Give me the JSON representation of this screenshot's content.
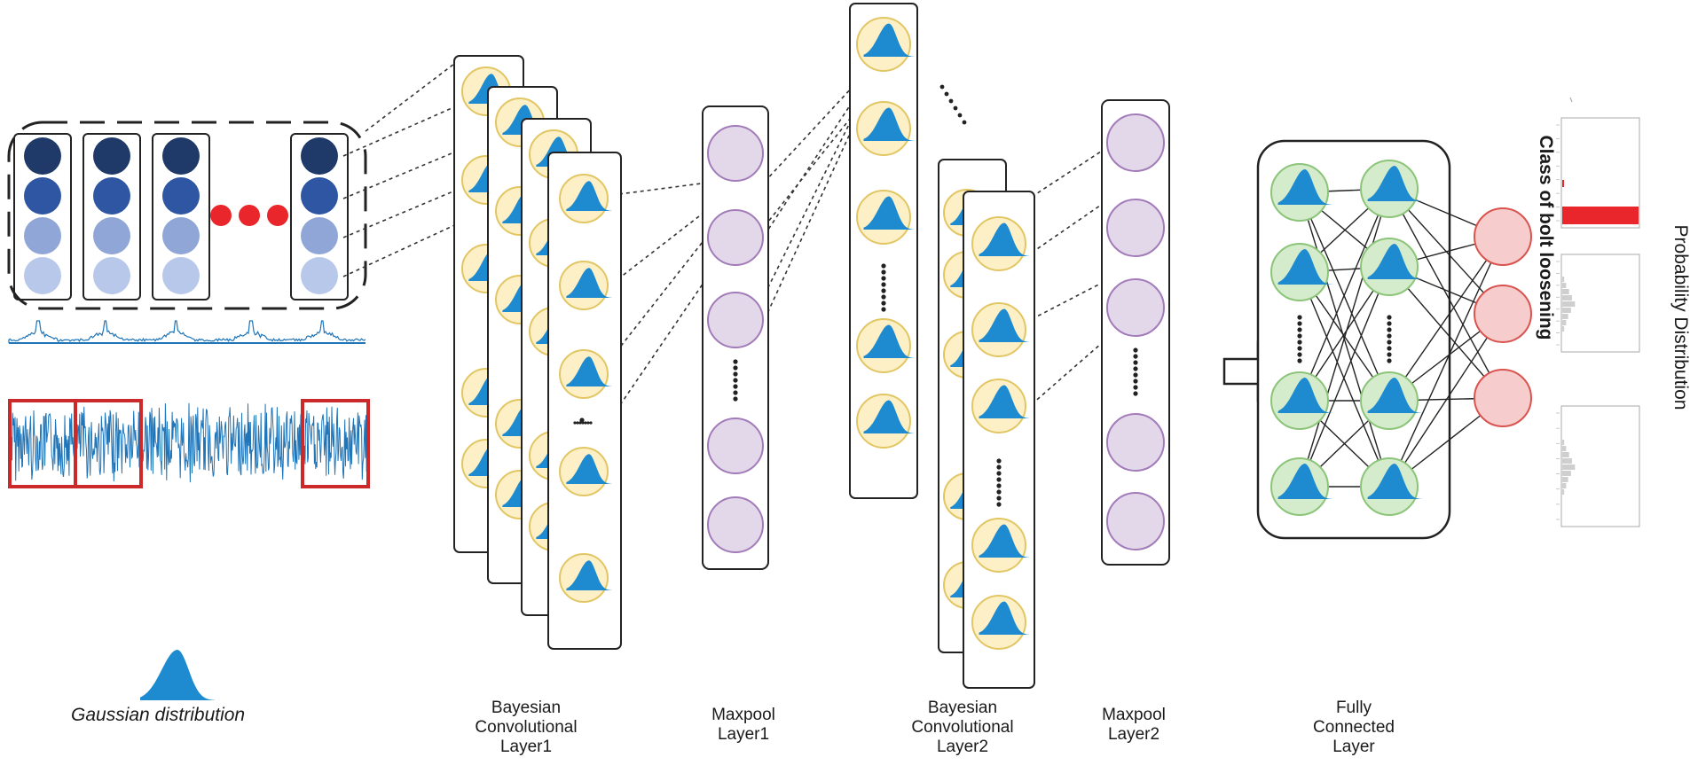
{
  "labels": {
    "legend": "Gaussian distribution",
    "conv1": [
      "Bayesian",
      "Convolutional",
      "Layer1"
    ],
    "pool1": [
      "Maxpool",
      "Layer1"
    ],
    "conv2": [
      "Bayesian",
      "Convolutional",
      "Layer2"
    ],
    "pool2": [
      "Maxpool",
      "Layer2"
    ],
    "fc": [
      "Fully",
      "Connected",
      "Layer"
    ],
    "class_label": "Class of bolt loosening",
    "prob_label": "Probability Distribution"
  },
  "colors": {
    "input_node_shades": [
      "#1f3a68",
      "#2e56a2",
      "#8fa6d6",
      "#b8c8ea"
    ],
    "ellipsis_dot": "#e8262b",
    "gauss_fill": "#1e8bd0",
    "conv_node_fill": "#fdf0c6",
    "conv_node_stroke": "#e2c664",
    "pool_node_fill": "#e3d7ea",
    "pool_node_stroke": "#a27bb9",
    "fc_node_fill": "#d4ebcc",
    "fc_node_stroke": "#8cc57a",
    "out_node_fill": "#f6cccc",
    "out_node_stroke": "#d9534f",
    "signal": "#1f75b8",
    "window_box": "#cc2a2a",
    "prob_bar": "#e8262b"
  }
}
